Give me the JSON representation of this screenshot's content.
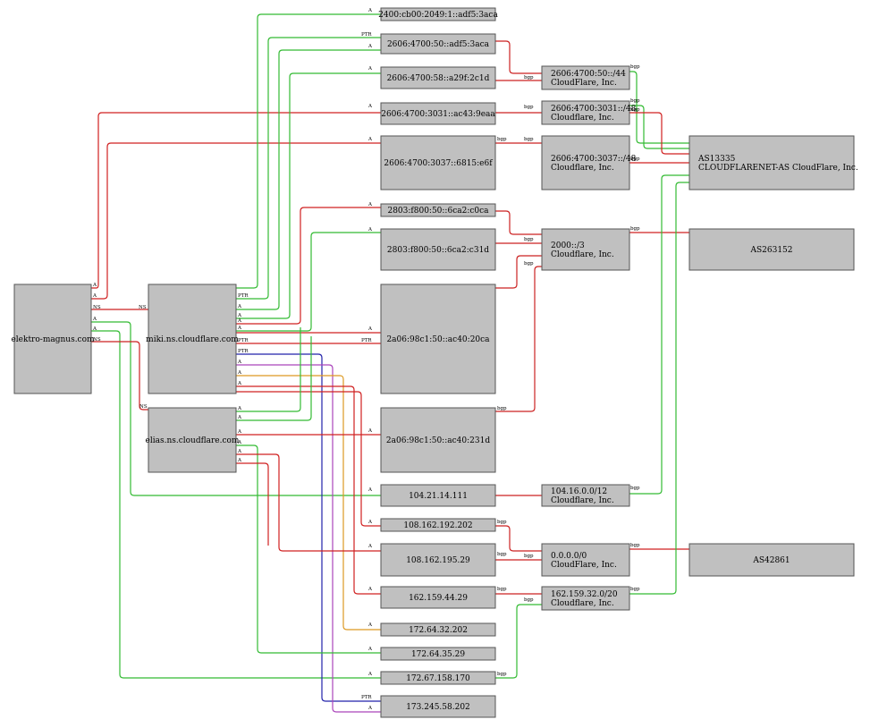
{
  "colors": {
    "A": "#d02020",
    "ns": "#cc2222",
    "green": "#33bb33",
    "bgp": "#cc2222",
    "blue": "#2222aa",
    "purple": "#aa44bb",
    "orange": "#dd9922",
    "node_fill": "#c0c0c0"
  },
  "nodes": {
    "elektro": {
      "label": "elektro-magnus.com"
    },
    "miki": {
      "label": "miki.ns.cloudflare.com"
    },
    "elias": {
      "label": "elias.ns.cloudflare.com"
    },
    "ip1": {
      "label": "2400:cb00:2049:1::adf5:3aca"
    },
    "ip2": {
      "label": "2606:4700:50::adf5:3aca"
    },
    "ip3": {
      "label": "2606:4700:58::a29f:2c1d"
    },
    "ip4": {
      "label": "2606:4700:3031::ac43:9eaa"
    },
    "ip5": {
      "label": "2606:4700:3037::6815:e6f"
    },
    "ip6": {
      "label": "2803:f800:50::6ca2:c0ca"
    },
    "ip7": {
      "label": "2803:f800:50::6ca2:c31d"
    },
    "ip8": {
      "label": "2a06:98c1:50::ac40:20ca"
    },
    "ip9": {
      "label": "2a06:98c1:50::ac40:231d"
    },
    "ip10": {
      "label": "104.21.14.111"
    },
    "ip11": {
      "label": "108.162.192.202"
    },
    "ip12": {
      "label": "108.162.195.29"
    },
    "ip13": {
      "label": "162.159.44.29"
    },
    "ip14": {
      "label": "172.64.32.202"
    },
    "ip15": {
      "label": "172.64.35.29"
    },
    "ip16": {
      "label": "172.67.158.170"
    },
    "ip17": {
      "label": "173.245.58.202"
    },
    "pfx1": {
      "line1": "2606:4700:50::/44",
      "line2": "CloudFlare, Inc."
    },
    "pfx2": {
      "line1": "2606:4700:3031::/48",
      "line2": "Cloudflare, Inc."
    },
    "pfx3": {
      "line1": "2606:4700:3037::/48",
      "line2": "Cloudflare, Inc."
    },
    "pfx4": {
      "line1": "2000::/3",
      "line2": "Cloudflare, Inc."
    },
    "pfx5": {
      "line1": "104.16.0.0/12",
      "line2": "Cloudflare, Inc."
    },
    "pfx6": {
      "line1": "0.0.0.0/0",
      "line2": "CloudFlare, Inc."
    },
    "pfx7": {
      "line1": "162.159.32.0/20",
      "line2": "Cloudflare, Inc."
    },
    "as1": {
      "line1": "AS13335",
      "line2": "CLOUDFLARENET-AS CloudFlare, Inc."
    },
    "as2": {
      "label": "AS263152"
    },
    "as3": {
      "label": "AS42861"
    }
  },
  "edge_labels": {
    "a": "A",
    "ptr": "PTR",
    "ns": "NS",
    "bgp": "bgp"
  }
}
